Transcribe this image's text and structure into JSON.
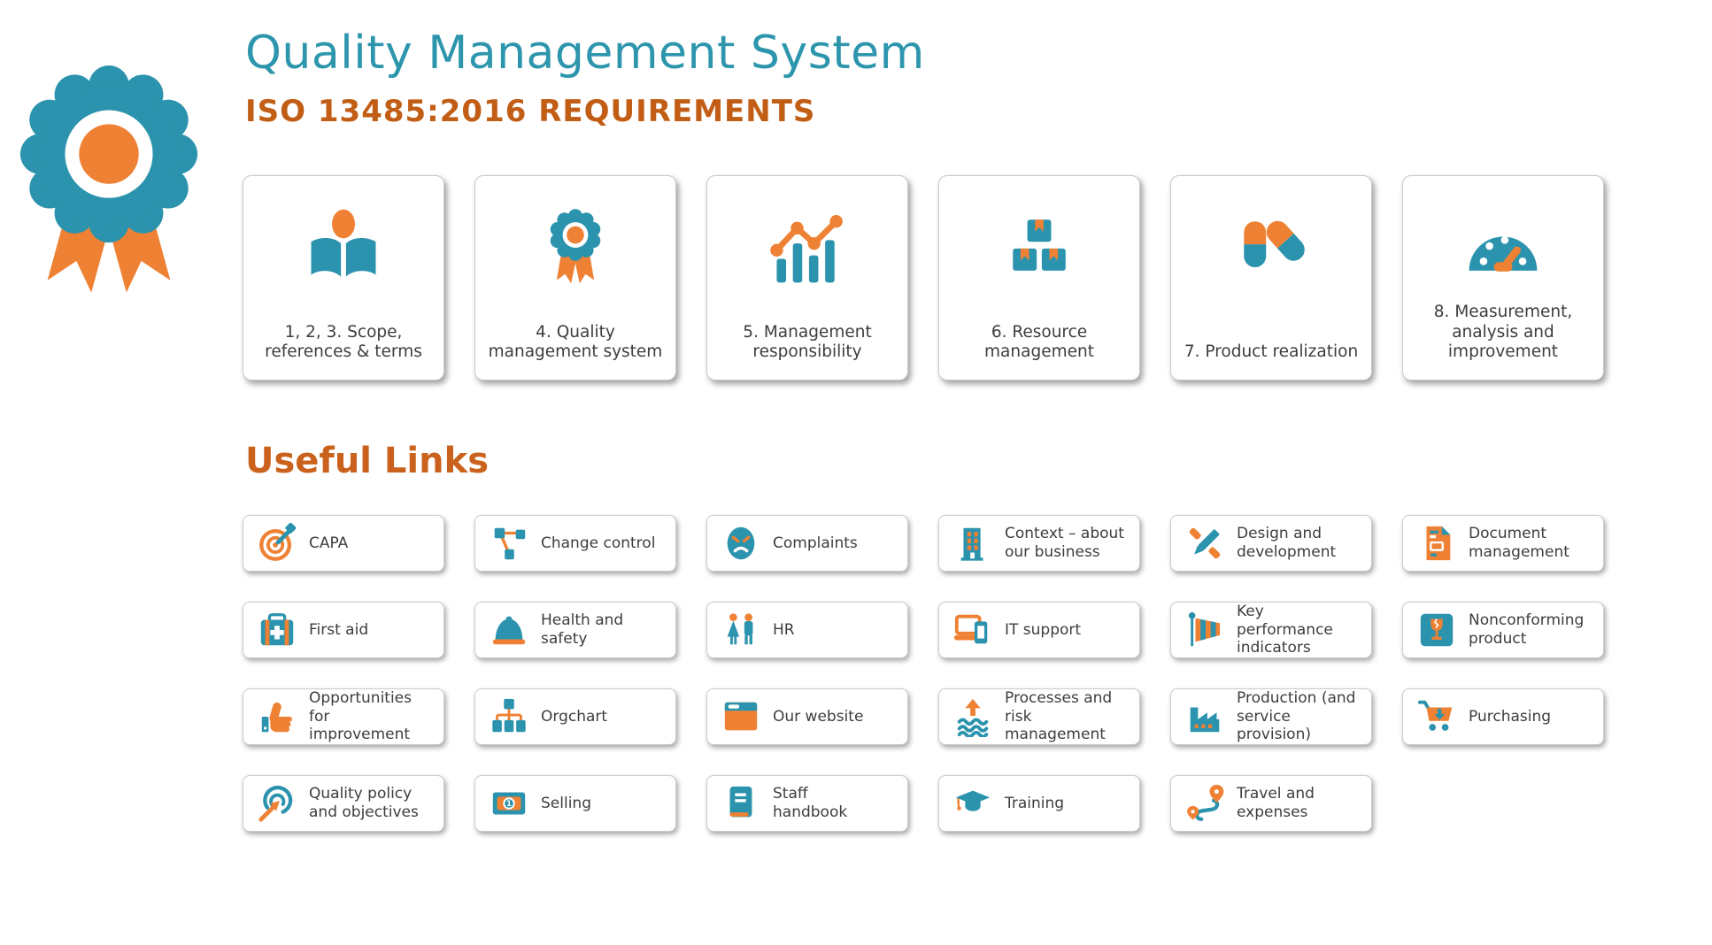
{
  "colors": {
    "teal": "#2b93ad",
    "orange": "#ee8133",
    "title_teal": "#2d96ad",
    "heading_orange": "#ca621e",
    "subtitle_orange": "#c25d15",
    "text": "#3d3d3d"
  },
  "badge_icon": "award-ribbon-badge",
  "header": {
    "title": "Quality Management System",
    "subtitle": "ISO 13485:2016 REQUIREMENTS"
  },
  "requirement_cards": [
    {
      "label": "1, 2, 3. Scope,\nreferences & terms",
      "icon": "reading-person-icon"
    },
    {
      "label": "4. Quality\nmanagement system",
      "icon": "award-rosette-icon"
    },
    {
      "label": "5. Management\nresponsibility",
      "icon": "line-bar-chart-icon"
    },
    {
      "label": "6. Resource\nmanagement",
      "icon": "stacked-boxes-icon"
    },
    {
      "label": "7. Product realization",
      "icon": "pills-icon"
    },
    {
      "label": "8. Measurement,\nanalysis and\nimprovement",
      "icon": "gauge-icon"
    }
  ],
  "links_section": {
    "heading": "Useful Links"
  },
  "links": [
    {
      "label": "CAPA",
      "icon": "target-dart-icon"
    },
    {
      "label": "Change control",
      "icon": "network-nodes-icon"
    },
    {
      "label": "Complaints",
      "icon": "angry-face-icon"
    },
    {
      "label": "Context – about\nour business",
      "icon": "office-building-icon"
    },
    {
      "label": "Design and\ndevelopment",
      "icon": "crossed-tools-icon"
    },
    {
      "label": "Document\nmanagement",
      "icon": "document-icon"
    },
    {
      "label": "First aid",
      "icon": "first-aid-kit-icon"
    },
    {
      "label": "Health and\nsafety",
      "icon": "hard-hat-icon"
    },
    {
      "label": "HR",
      "icon": "people-icon"
    },
    {
      "label": "IT support",
      "icon": "laptop-phone-icon"
    },
    {
      "label": "Key performance\nindicators",
      "icon": "windsock-icon"
    },
    {
      "label": "Nonconforming\nproduct",
      "icon": "broken-glass-icon"
    },
    {
      "label": "Opportunities for\nimprovement",
      "icon": "thumbs-up-icon"
    },
    {
      "label": "Orgchart",
      "icon": "orgchart-icon"
    },
    {
      "label": "Our website",
      "icon": "browser-window-icon"
    },
    {
      "label": "Processes and\nrisk management",
      "icon": "arrow-waves-icon"
    },
    {
      "label": "Production (and\nservice provision)",
      "icon": "factory-icon"
    },
    {
      "label": "Purchasing",
      "icon": "shopping-cart-icon"
    },
    {
      "label": "Quality policy\nand objectives",
      "icon": "target-arrow-icon"
    },
    {
      "label": "Selling",
      "icon": "banknote-icon"
    },
    {
      "label": "Staff\nhandbook",
      "icon": "handbook-icon"
    },
    {
      "label": "Training",
      "icon": "graduation-cap-icon"
    },
    {
      "label": "Travel and\nexpenses",
      "icon": "route-pins-icon"
    }
  ]
}
